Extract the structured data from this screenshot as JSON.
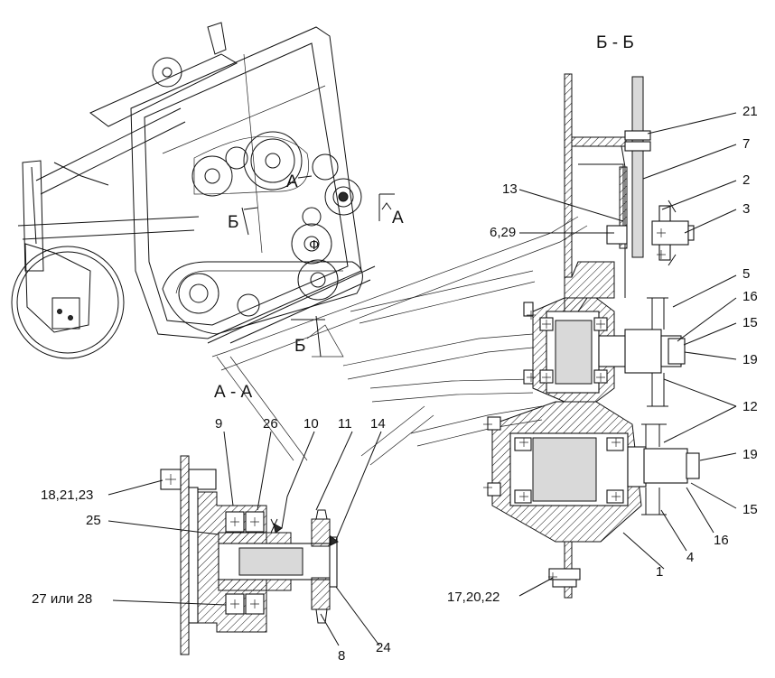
{
  "sections": {
    "bb_title": "Б - Б",
    "aa_title": "А - А",
    "cut_a_left": "А",
    "cut_a_right": "А",
    "cut_b_top": "Б",
    "cut_b_bottom": "Б",
    "phi": "Ф"
  },
  "callouts_bb": [
    {
      "text": "21"
    },
    {
      "text": "7"
    },
    {
      "text": "2"
    },
    {
      "text": "3"
    },
    {
      "text": "13"
    },
    {
      "text": "6,29"
    },
    {
      "text": "5"
    },
    {
      "text": "16"
    },
    {
      "text": "15"
    },
    {
      "text": "19"
    },
    {
      "text": "12"
    },
    {
      "text": "19"
    },
    {
      "text": "15"
    },
    {
      "text": "16"
    },
    {
      "text": "4"
    },
    {
      "text": "1"
    },
    {
      "text": "17,20,22"
    }
  ],
  "callouts_aa": [
    {
      "text": "9"
    },
    {
      "text": "26"
    },
    {
      "text": "10"
    },
    {
      "text": "11"
    },
    {
      "text": "14"
    },
    {
      "text": "18,21,23"
    },
    {
      "text": "25"
    },
    {
      "text": "27 или 28"
    },
    {
      "text": "8"
    },
    {
      "text": "24"
    }
  ]
}
